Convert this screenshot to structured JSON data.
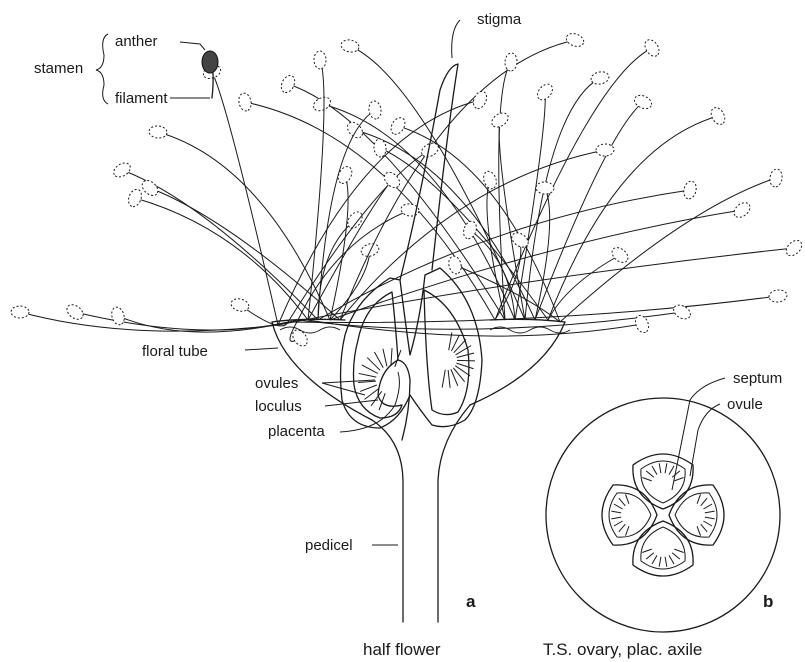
{
  "labels": {
    "stamen": "stamen",
    "anther": "anther",
    "filament": "filament",
    "stigma": "stigma",
    "floral_tube": "floral tube",
    "ovules": "ovules",
    "loculus": "loculus",
    "placenta": "placenta",
    "pedicel": "pedicel",
    "septum": "septum",
    "ovule": "ovule"
  },
  "panels": {
    "a_letter": "a",
    "a_caption": "half flower",
    "b_letter": "b",
    "b_caption": "T.S. ovary, plac. axile"
  }
}
